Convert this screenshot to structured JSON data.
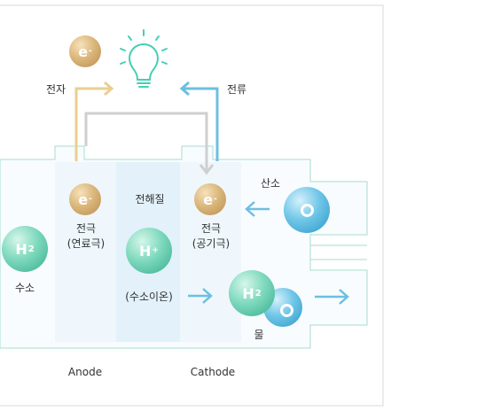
{
  "labels": {
    "electron": "전자",
    "current": "전류",
    "electrolyte": "전해질",
    "anode_electrode": [
      "전극",
      "(연료극)"
    ],
    "cathode_electrode": [
      "전극",
      "(공기극)"
    ],
    "hydrogen": "수소",
    "hydrogen_ion": "(수소이온)",
    "oxygen": "산소",
    "water": "물",
    "anode": "Anode",
    "cathode": "Cathode"
  },
  "particles": {
    "electron_symbol": "e",
    "electron_sup": "-",
    "hydrogen_symbol": "H",
    "hydrogen_sub": "2",
    "ion_symbol": "H",
    "ion_sup": "+"
  },
  "colors": {
    "electron_path": "#e9cf8f",
    "current_path": "#6cbfe2",
    "return_path": "#cfcfcf",
    "flow_arrow": "#6cbfe2",
    "bulb": "#45cfb4",
    "cell_border": "#a7dccd",
    "panel_border": "#d8d8d8"
  }
}
